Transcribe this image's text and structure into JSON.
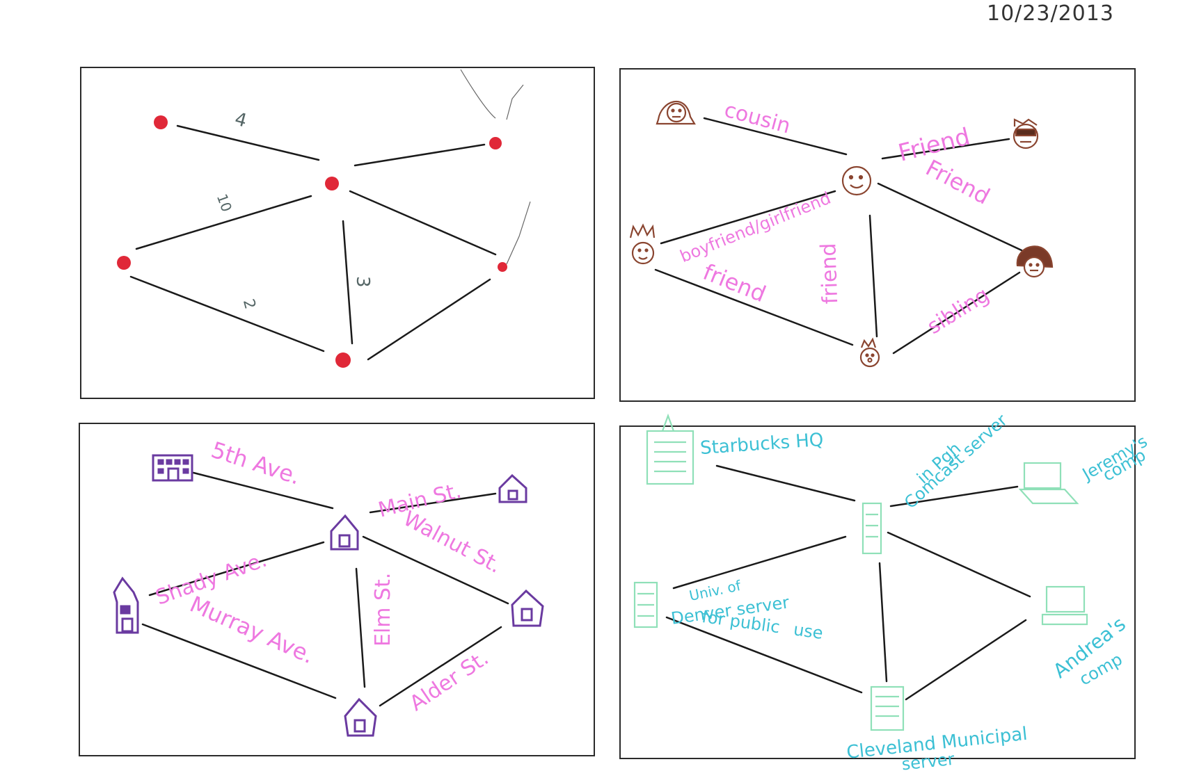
{
  "date": "10/23/2013",
  "panel_weighted": {
    "edge_labels": [
      "4",
      "10",
      "3",
      "2"
    ]
  },
  "panel_social": {
    "edge_labels": [
      "cousin",
      "Friend",
      "boyfriend/girlfriend",
      "Friend",
      "friend",
      "friend",
      "sibling"
    ]
  },
  "panel_streets": {
    "edge_labels": [
      "5th Ave.",
      "Main St.",
      "Shady Ave.",
      "Walnut St.",
      "Elm St.",
      "Murray Ave.",
      "Alder St."
    ]
  },
  "panel_network": {
    "node_labels": [
      "Starbucks HQ",
      "Comcast server",
      "in Pgh",
      "Jeremy's",
      "comp",
      "Univ. of",
      "Denver server",
      "for public",
      "use",
      "Andrea's",
      "comp",
      "Cleveland Municipal",
      "server"
    ]
  },
  "colors": {
    "ink": "#1a1a1a",
    "dot": "#e02838",
    "pink": "#ee78e0",
    "purple": "#6a3aa0",
    "brown": "#8a4530",
    "teal": "#3cc0d4",
    "mint": "#8fe0b8"
  }
}
